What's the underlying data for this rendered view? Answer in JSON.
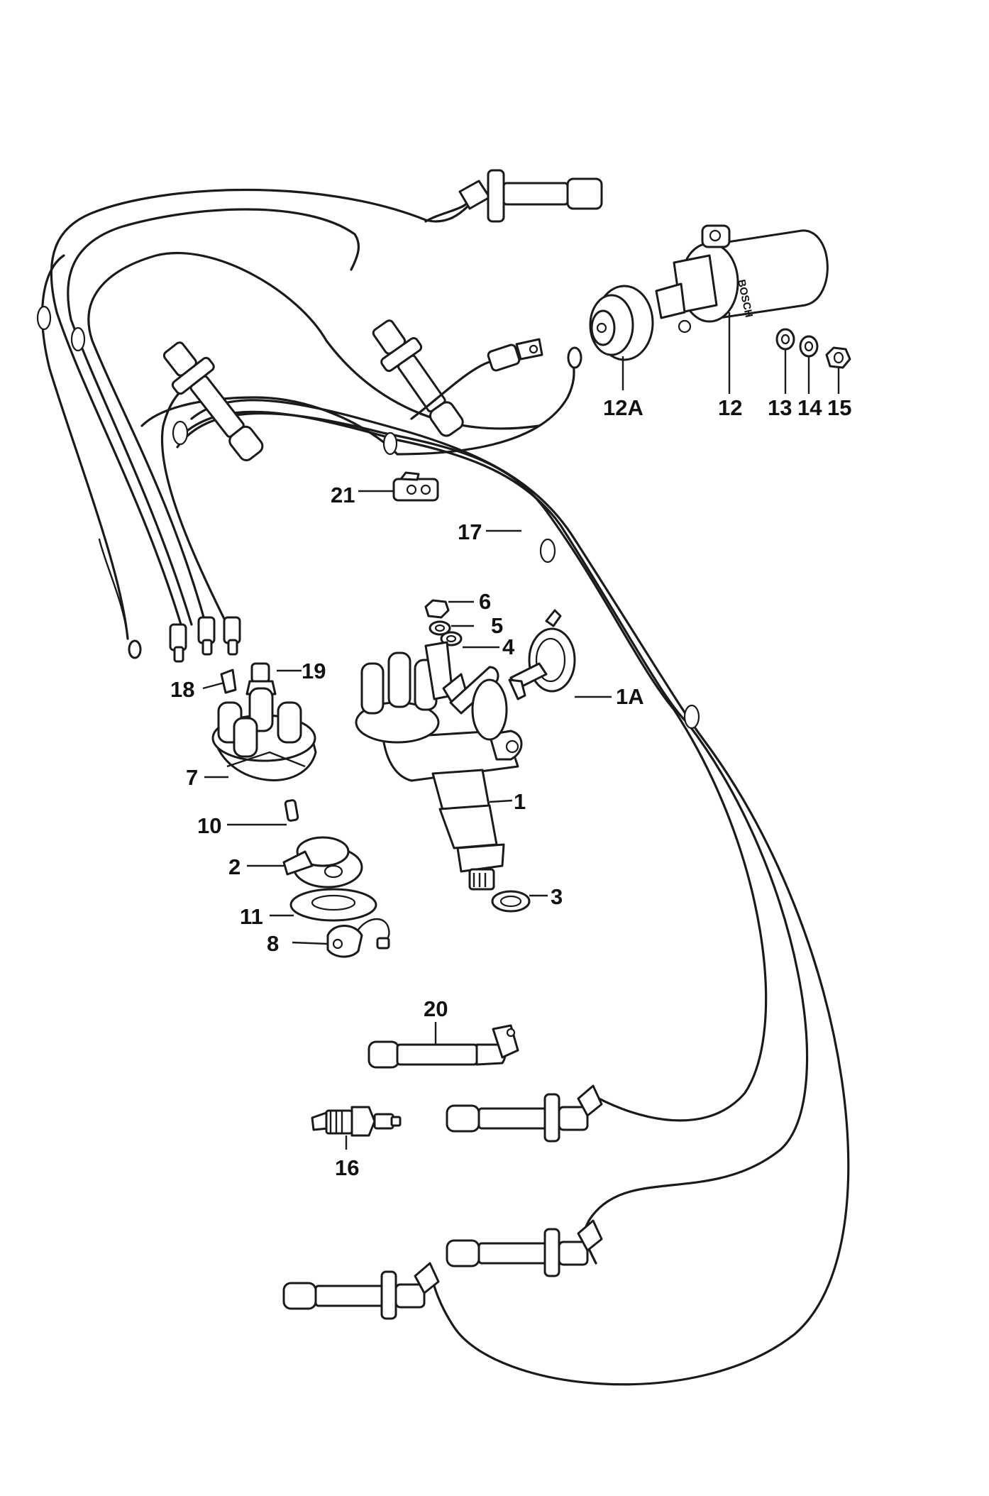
{
  "diagram": {
    "labels": {
      "p1": "1",
      "p1A": "1A",
      "p2": "2",
      "p3": "3",
      "p4": "4",
      "p5": "5",
      "p6": "6",
      "p7": "7",
      "p8": "8",
      "p10": "10",
      "p11": "11",
      "p12": "12",
      "p12A": "12A",
      "p13": "13",
      "p14": "14",
      "p15": "15",
      "p16": "16",
      "p17": "17",
      "p18": "18",
      "p19": "19",
      "p20": "20",
      "p21": "21"
    },
    "coil_brand": "BOSCH"
  }
}
